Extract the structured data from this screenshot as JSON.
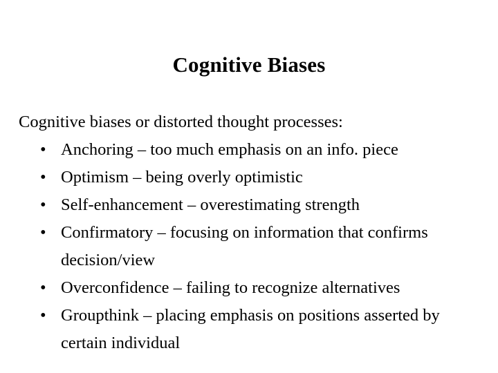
{
  "slide": {
    "title": "Cognitive Biases",
    "intro": "Cognitive biases or distorted thought processes:",
    "bullet_marker": "•",
    "bullets": [
      {
        "text": "Anchoring – too much emphasis on an info. piece"
      },
      {
        "text": "Optimism – being overly optimistic"
      },
      {
        "text": "Self-enhancement – overestimating strength"
      },
      {
        "text": "Confirmatory – focusing on information that confirms decision/view"
      },
      {
        "text": "Overconfidence – failing to recognize alternatives"
      },
      {
        "text": "Groupthink – placing emphasis on positions asserted by certain individual"
      }
    ]
  },
  "colors": {
    "background": "#ffffff",
    "text": "#000000"
  }
}
